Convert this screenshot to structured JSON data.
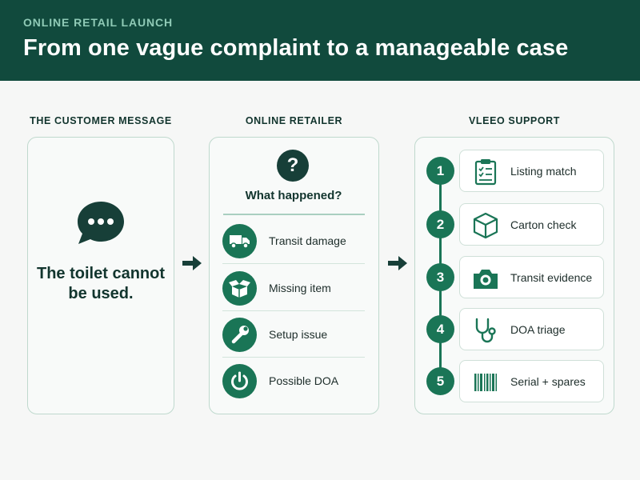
{
  "header": {
    "eyebrow": "ONLINE RETAIL LAUNCH",
    "title": "From one vague complaint to a manageable case"
  },
  "customer": {
    "title": "THE CUSTOMER MESSAGE",
    "icon": "chat-bubble-icon",
    "quote": "The toilet cannot be used."
  },
  "retailer": {
    "title": "ONLINE RETAILER",
    "question_icon": "question-icon",
    "question": "What happened?",
    "causes": [
      {
        "label": "Transit damage",
        "icon": "truck-icon"
      },
      {
        "label": "Missing item",
        "icon": "open-box-icon"
      },
      {
        "label": "Setup issue",
        "icon": "wrench-icon"
      },
      {
        "label": "Possible DOA",
        "icon": "power-icon"
      }
    ]
  },
  "support": {
    "title": "VLEEO SUPPORT",
    "steps": [
      {
        "number": "1",
        "label": "Listing match",
        "icon": "clipboard-checklist-icon"
      },
      {
        "number": "2",
        "label": "Carton check",
        "icon": "carton-box-icon"
      },
      {
        "number": "3",
        "label": "Transit evidence",
        "icon": "camera-icon"
      },
      {
        "number": "4",
        "label": "DOA triage",
        "icon": "stethoscope-icon"
      },
      {
        "number": "5",
        "label": "Serial + spares",
        "icon": "barcode-icon"
      }
    ]
  },
  "colors": {
    "header_bg": "#114a3d",
    "accent_green": "#1a7556",
    "dark_text": "#12352e",
    "panel_border": "#bfd9cd"
  }
}
